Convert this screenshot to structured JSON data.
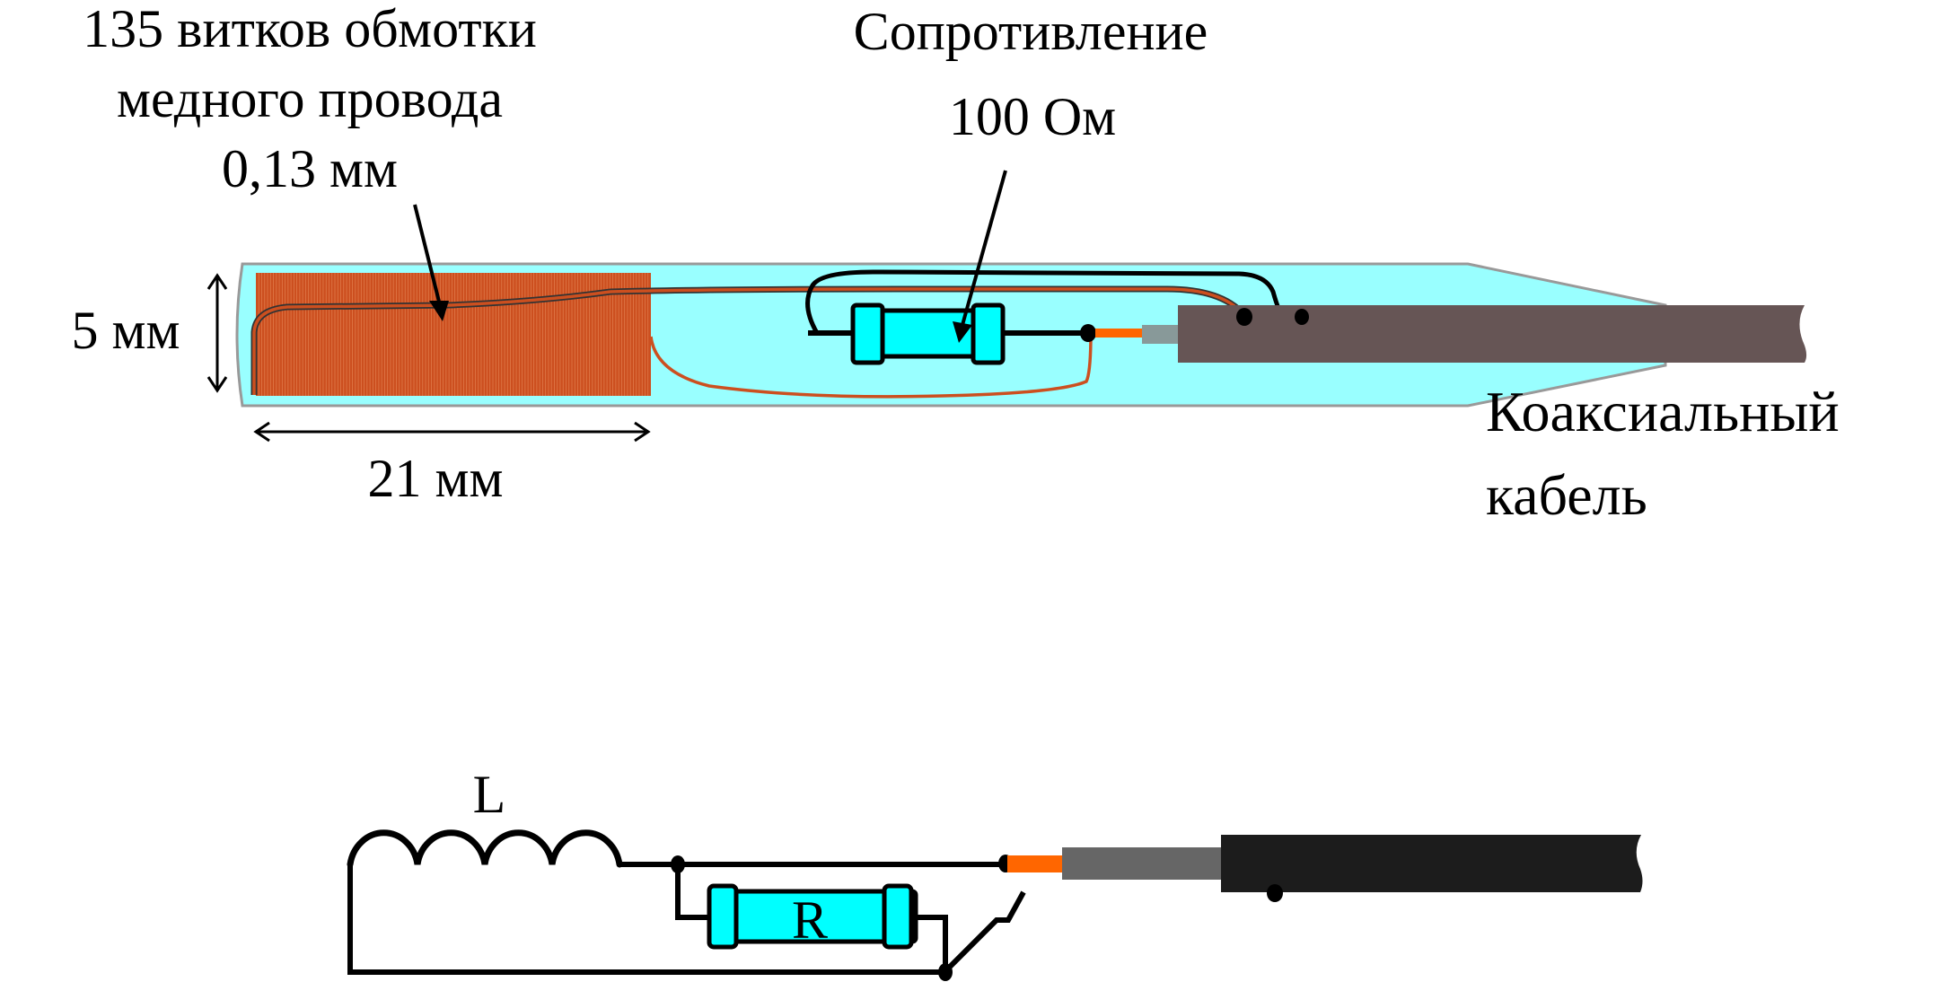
{
  "probe": {
    "labels": {
      "winding_line1": "135 витков обмотки",
      "winding_line2": "медного провода",
      "winding_line3": "0,13 мм",
      "resistor_line1": "Сопротивление",
      "resistor_line2": "100  Ом",
      "height_dim": "5 мм",
      "length_dim": "21 мм",
      "cable_line1": "Коаксиальный",
      "cable_line2": "кабель"
    },
    "coil_turns": 135
  },
  "schematic": {
    "inductor_label": "L",
    "resistor_label": "R"
  },
  "colors": {
    "housing_fill": "#99ffff",
    "housing_stroke": "#999999",
    "copper": "#cc4f1f",
    "copper_light": "#e07a4a",
    "resistor_fill": "#00ffff",
    "core_orange": "#ff6600",
    "dielectric_grey": "#889999",
    "cable_brown": "#665555",
    "cable_black": "#1c1c1c",
    "dielectric_dark": "#666666"
  }
}
